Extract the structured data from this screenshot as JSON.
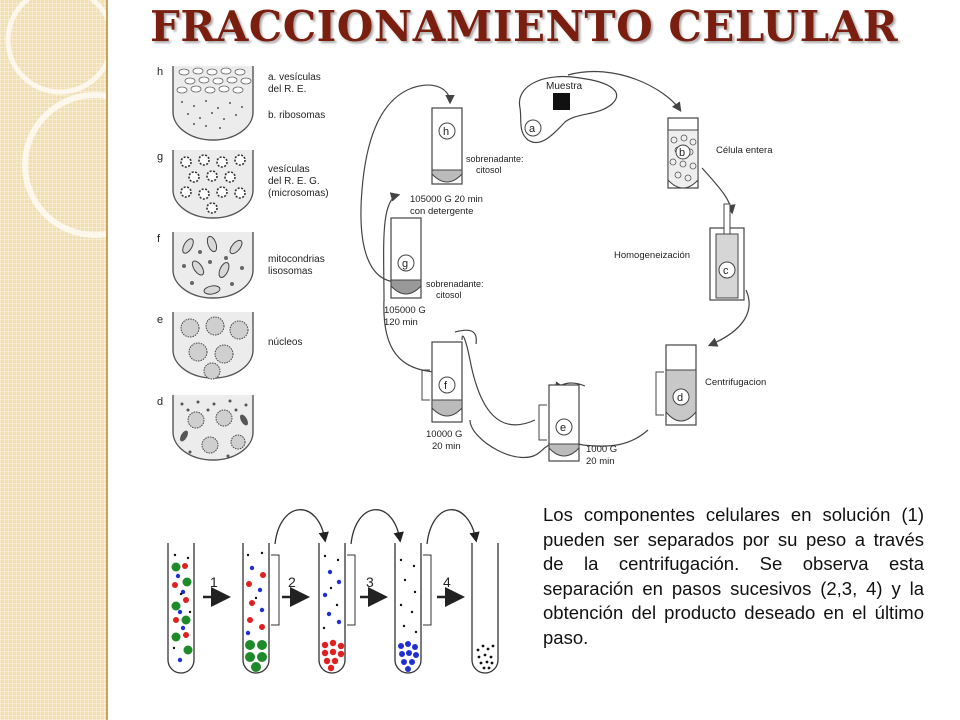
{
  "title": "FRACCIONAMIENTO CELULAR",
  "description": "Los componentes celulares en solución (1) pueden ser separados por su peso a través de la centrifugación. Se observa esta separación en pasos sucesivos (2,3, 4) y la obtención del producto deseado en el último paso.",
  "bowls": [
    {
      "letter": "h",
      "lines": [
        "a. vesículas",
        "del R. E.",
        "",
        "b. ribosomas"
      ]
    },
    {
      "letter": "g",
      "lines": [
        "vesículas",
        "del R. E. G.",
        "(microsomas)"
      ]
    },
    {
      "letter": "f",
      "lines": [
        "mitocondrias",
        "lisosomas"
      ]
    },
    {
      "letter": "e",
      "lines": [
        "núcleos"
      ]
    },
    {
      "letter": "d",
      "lines": []
    }
  ],
  "cycle": {
    "muestra": "Muestra",
    "celula_entera": "Célula entera",
    "homogeneizacion": "Homogeneización",
    "centrifugacion": "Centrifugacion",
    "g1000": "1000 G",
    "min20_e": "20 min",
    "g10000": "10000 G",
    "min20_f": "20 min",
    "g105000": "105000 G",
    "min120": "120 min",
    "sobrenadante_g_1": "sobrenadante:",
    "sobrenadante_g_2": "citosol",
    "sobrenadante_h_1": "sobrenadante:",
    "sobrenadante_h_2": "citosol",
    "g105000_h": "105000 G 20 min",
    "detergente": "con detergente",
    "tube_labels": [
      "a",
      "b",
      "c",
      "d",
      "e",
      "f",
      "g",
      "h"
    ]
  },
  "steps": [
    "1",
    "2",
    "3",
    "4"
  ],
  "colors": {
    "title": "#7a1e10",
    "band": "#f2dfb0",
    "red": "#e02020",
    "blue": "#2030d0",
    "green": "#1e8a2a"
  }
}
